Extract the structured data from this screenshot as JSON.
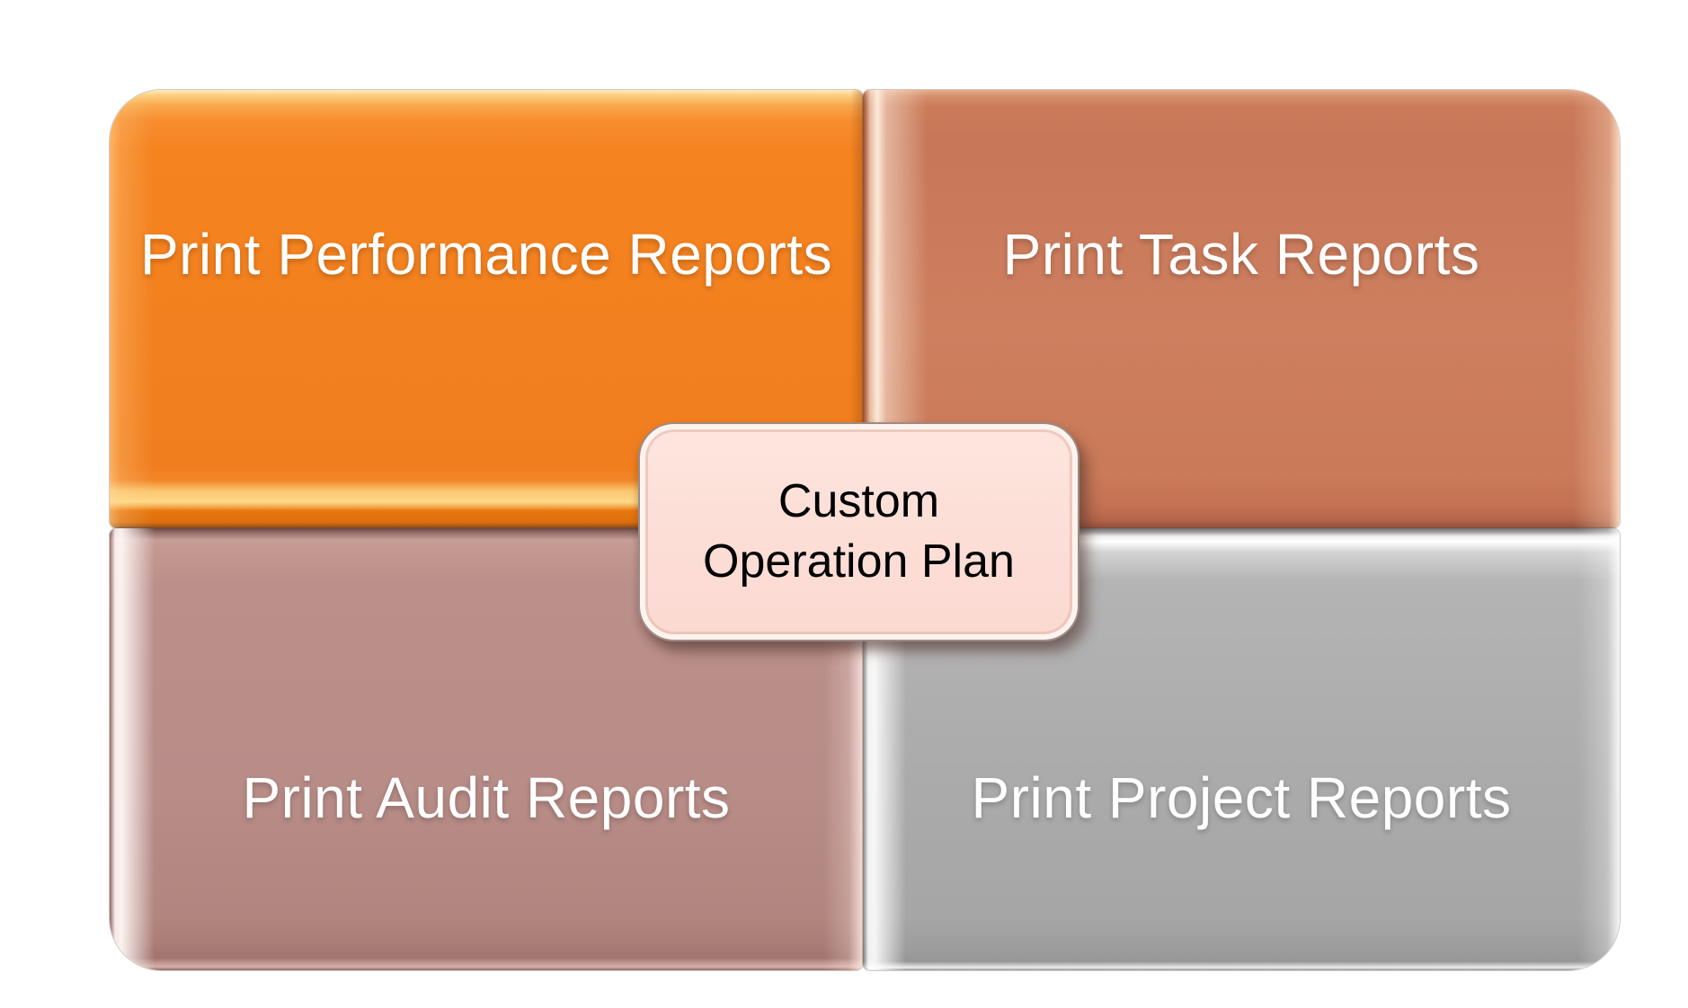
{
  "diagram": {
    "type": "quadrant-matrix",
    "background_color": "#ffffff",
    "center_label": {
      "text": "Custom Operation Plan",
      "line1": "Custom",
      "line2": "Operation Plan",
      "fill_color": "#fcded7",
      "text_color": "#000000"
    },
    "quadrants": [
      {
        "position": "top-left",
        "label": "Print Performance Reports",
        "fill_color": "#f5811f",
        "text_color": "#ffffff"
      },
      {
        "position": "top-right",
        "label": "Print Task Reports",
        "fill_color": "#cb7b59",
        "text_color": "#ffffff"
      },
      {
        "position": "bottom-left",
        "label": "Print Audit Reports",
        "fill_color": "#ba8d88",
        "text_color": "#ffffff"
      },
      {
        "position": "bottom-right",
        "label": "Print Project Reports",
        "fill_color": "#ababab",
        "text_color": "#ffffff"
      }
    ]
  }
}
